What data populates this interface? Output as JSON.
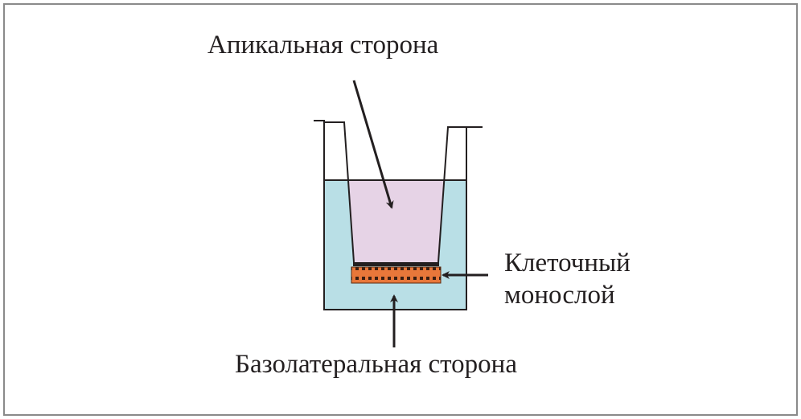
{
  "labels": {
    "apical": "Апикальная сторона",
    "monolayer_line1": "Клеточный",
    "monolayer_line2": "монослой",
    "basolateral": "Базолатеральная сторона"
  },
  "colors": {
    "basolateral_medium": "#b9dfe6",
    "apical_medium": "#e6d3e6",
    "cells": "#e8773a",
    "outline": "#231f20",
    "frame": "#8a8a8a"
  }
}
